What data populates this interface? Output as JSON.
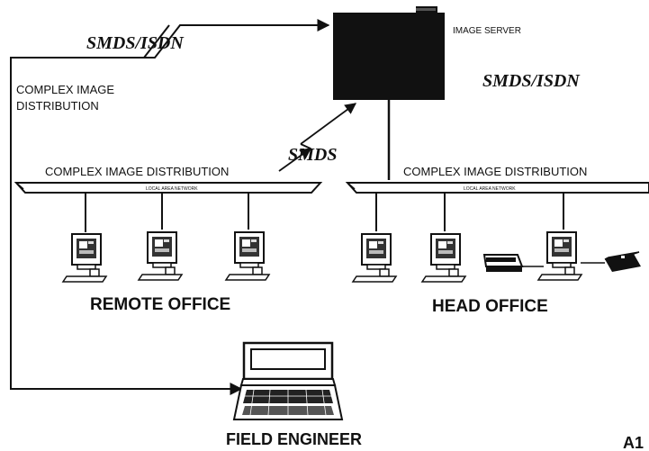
{
  "labels": {
    "image_server": "IMAGE SERVER",
    "wan_top_left": "SMDS/ISDN",
    "wan_right": "SMDS/ISDN",
    "wan_middle": "SMDS",
    "complex_left_top_line1": "COMPLEX IMAGE",
    "complex_left_top_line2": "DISTRIBUTION",
    "remote_lan_title": "COMPLEX IMAGE DISTRIBUTION",
    "head_lan_title": "COMPLEX IMAGE DISTRIBUTION",
    "lan_caption_left": "LOCAL AREA NETWORK",
    "lan_caption_right": "LOCAL AREA NETWORK",
    "remote_office": "REMOTE OFFICE",
    "head_office": "HEAD OFFICE",
    "field_engineer": "FIELD ENGINEER",
    "corner_mark": "A1"
  },
  "nodes": {
    "remote_workstations": 3,
    "head_workstations": 3,
    "head_peripherals": [
      "printer",
      "scanner"
    ]
  }
}
